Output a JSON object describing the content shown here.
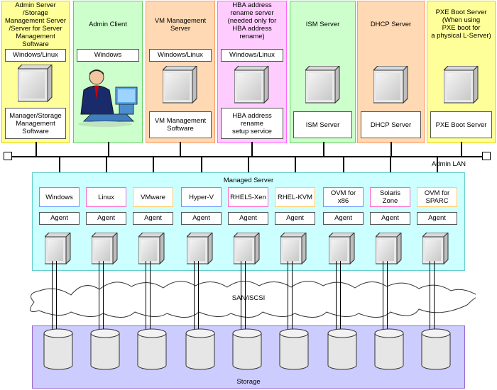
{
  "top_columns": [
    {
      "title": "Admin Server\n/Storage\nManagement Server\n/Server for Server\nManagement\nSoftware",
      "os": "Windows/Linux",
      "service": "Manager/Storage\nManagement\nSoftware",
      "bg": "#ffff99",
      "border": "#e6d200"
    },
    {
      "title": "Admin Client",
      "os": "Windows",
      "service": "",
      "bg": "#ccffcc",
      "border": "#66cc66"
    },
    {
      "title": "VM Management\nServer",
      "os": "Windows/Linux",
      "service": "VM Management\nSoftware",
      "bg": "#ffd9b3",
      "border": "#ff9966"
    },
    {
      "title": "HBA address\nrename server\n(needed only for\nHBA address\nrename)",
      "os": "Windows/Linux",
      "service": "HBA address\nrename\nsetup service",
      "bg": "#ffccff",
      "border": "#ff66ff"
    },
    {
      "title": "ISM Server",
      "os": "",
      "service": "ISM Server",
      "bg": "#ccffcc",
      "border": "#66cc66"
    },
    {
      "title": "DHCP Server",
      "os": "",
      "service": "DHCP Server",
      "bg": "#ffd9b3",
      "border": "#ff9966"
    },
    {
      "title": "PXE Boot Server\n(When using\nPXE boot for\na physical L-Server)",
      "os": "",
      "service": "PXE Boot Server",
      "bg": "#ffff99",
      "border": "#e6d200"
    }
  ],
  "admin_lan_label": "Admin LAN",
  "managed_server": {
    "title": "Managed Server",
    "os_list": [
      {
        "label": "Windows",
        "border": "#6699ff"
      },
      {
        "label": "Linux",
        "border": "#ff66cc"
      },
      {
        "label": "VMware",
        "border": "#ffcc66"
      },
      {
        "label": "Hyper-V",
        "border": "#6699ff"
      },
      {
        "label": "RHEL5-Xen",
        "border": "#ff66cc"
      },
      {
        "label": "RHEL-KVM",
        "border": "#ffcc66"
      },
      {
        "label": "OVM for\nx86",
        "border": "#6699ff"
      },
      {
        "label": "Solaris\nZone",
        "border": "#ff66cc"
      },
      {
        "label": "OVM for\nSPARC",
        "border": "#ffcc66"
      }
    ],
    "agent_label": "Agent"
  },
  "san_label": "SAN/iSCSI",
  "storage_label": "Storage",
  "colors": {
    "managed_bg": "#ccffff",
    "managed_border": "#66cccc",
    "storage_bg": "#ccccff",
    "storage_border": "#9966cc"
  }
}
